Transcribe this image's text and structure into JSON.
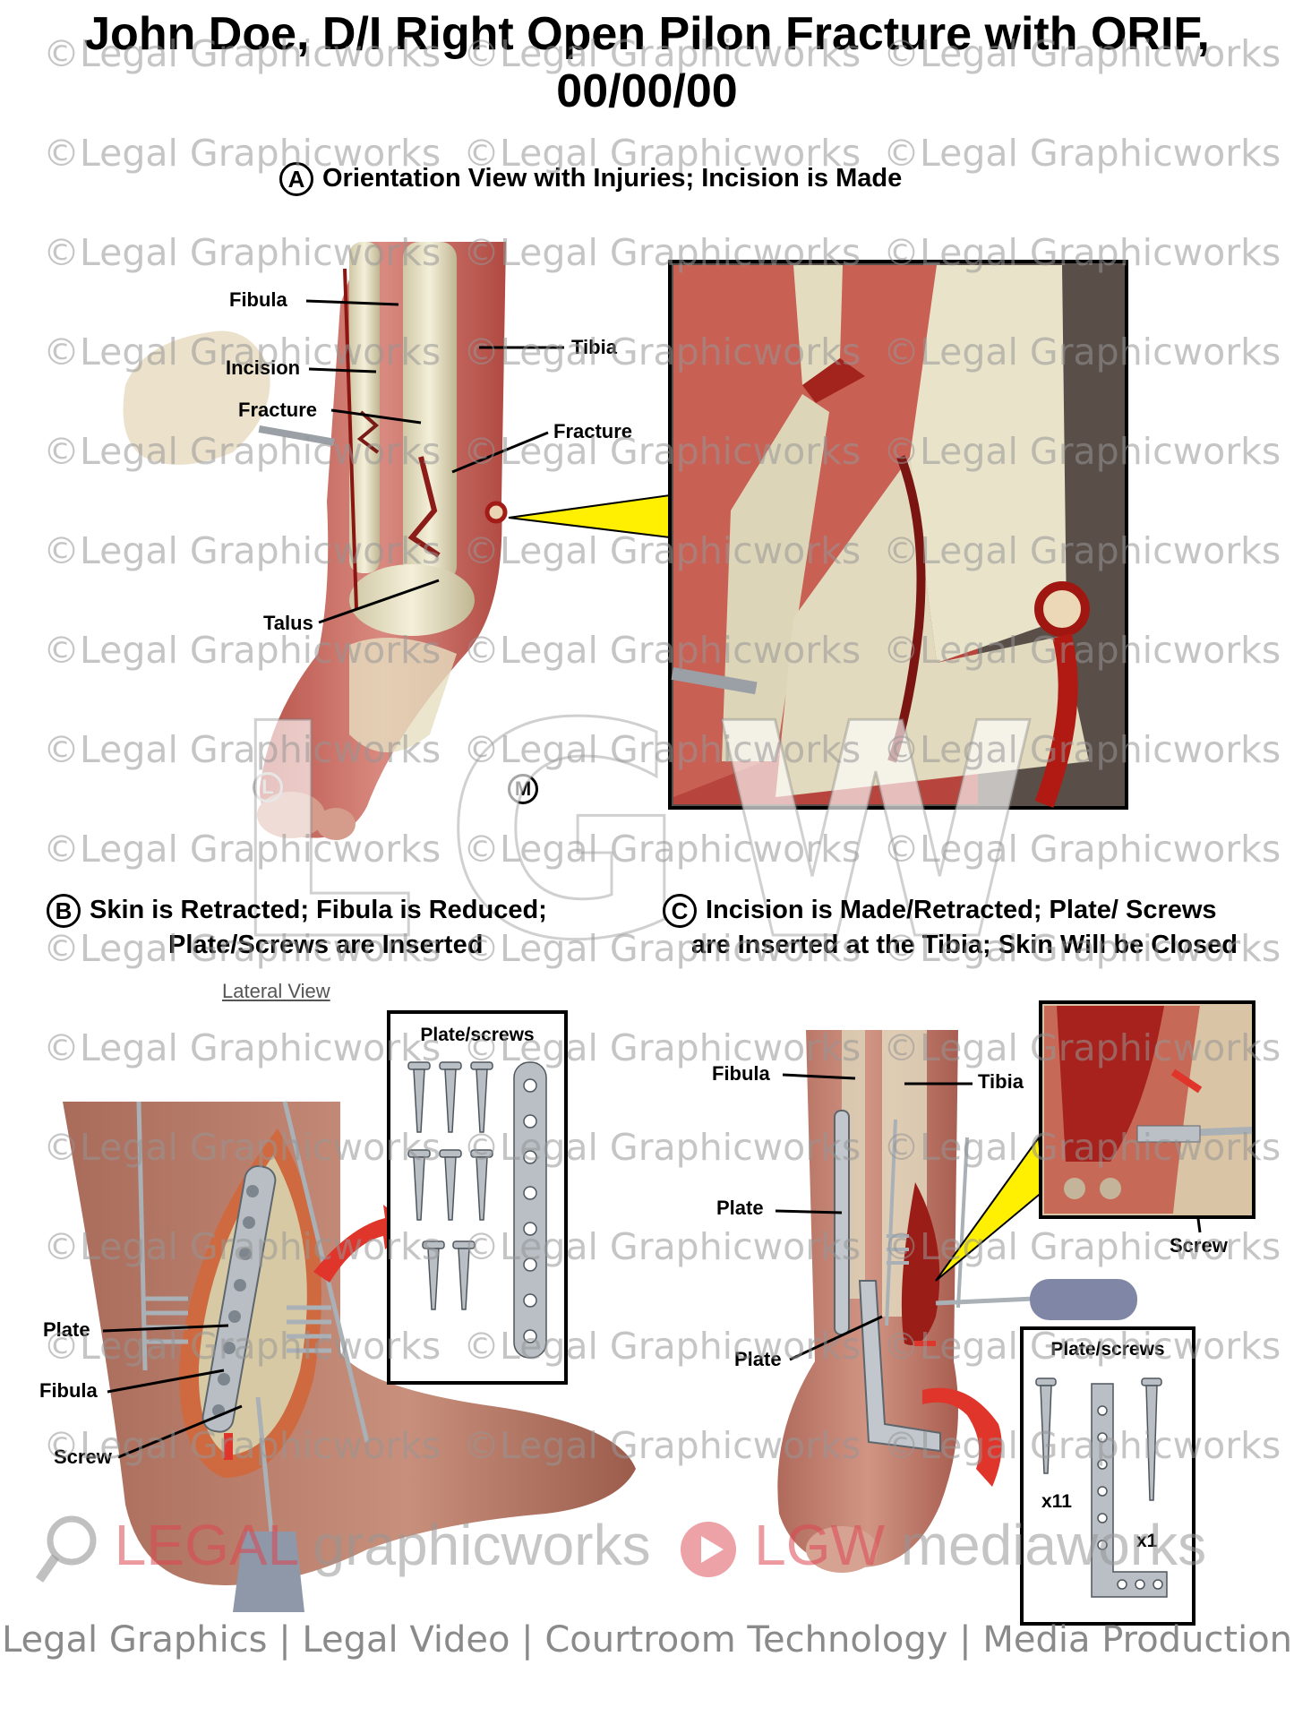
{
  "title_line1": "John Doe, D/I Right Open Pilon Fracture with ORIF,",
  "title_line2": "00/00/00",
  "watermark": "©Legal Graphicworks",
  "big_logo": "LGW",
  "panel_a": {
    "letter": "A",
    "heading": "Orientation View with Injuries; Incision is Made",
    "labels": {
      "fibula": "Fibula",
      "tibia": "Tibia",
      "incision": "Incision",
      "fracture_left": "Fracture",
      "fracture_right": "Fracture",
      "talus": "Talus"
    },
    "marker_l": "L",
    "marker_m": "M"
  },
  "panel_b": {
    "letter": "B",
    "heading_line1": "Skin is Retracted; Fibula is Reduced;",
    "heading_line2": "Plate/Screws are Inserted",
    "view_label": "Lateral View",
    "inset_title": "Plate/screws",
    "labels": {
      "plate": "Plate",
      "fibula": "Fibula",
      "screw": "Screw"
    }
  },
  "panel_c": {
    "letter": "C",
    "heading_line1": "Incision is Made/Retracted; Plate/ Screws",
    "heading_line2": "are Inserted at the Tibia; Skin Will be Closed",
    "labels": {
      "fibula": "Fibula",
      "tibia": "Tibia",
      "plate_upper": "Plate",
      "plate_lower": "Plate",
      "screw": "Screw"
    },
    "inset_title": "Plate/screws",
    "screw_qty": "x11",
    "plate_qty": "x1"
  },
  "footer": {
    "logo_part1": "LEGAL",
    "logo_part2": "graphicworks",
    "logo_part3": "LGW",
    "logo_part4": "mediaworks",
    "tagline": "Legal Graphics | Legal Video | Courtroom Technology | Media Production"
  },
  "colors": {
    "skin": "#c9827a",
    "tissue": "#b3342e",
    "bone": "#e8e2c8",
    "yellow_pointer": "#ffef00",
    "arrow_red": "#e0352b"
  }
}
